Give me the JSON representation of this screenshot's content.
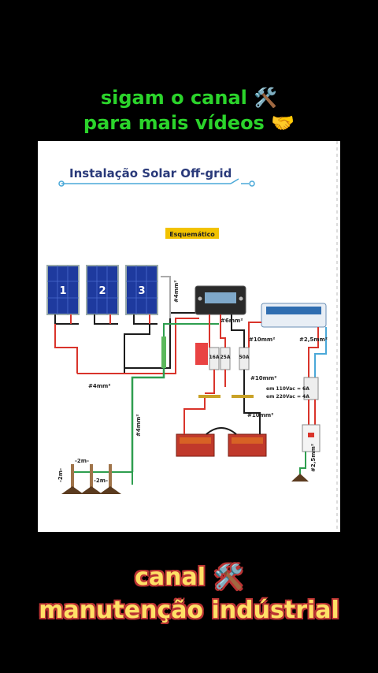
{
  "top_caption": {
    "line1": "sigam o canal 🛠️",
    "line2": "para mais vídeos 🤝"
  },
  "bottom_caption": {
    "line1": "canal 🛠️",
    "line2": "manutenção indústrial"
  },
  "diagram": {
    "title": "Instalação Solar Off-grid",
    "badge": "Esquemático",
    "panels": [
      "1",
      "2",
      "3"
    ],
    "wire_labels": {
      "panel_out": "#4mm²",
      "series": "#4mm²",
      "ground_main": "#4mm²",
      "controller": "#6mm²",
      "battery_bus": "#10mm²",
      "inverter_in": "#10mm²",
      "battery": "#10mm²",
      "ac_out": "#2,5mm²",
      "ground_ac": "#2,5mm²"
    },
    "fuses": [
      "16A",
      "25A",
      "50A"
    ],
    "breaker_note": [
      "em 110Vac = 6A",
      "em 220Vac = 4A"
    ],
    "ground_spacing": [
      "-2m-",
      "-2m-",
      "-2m-"
    ],
    "colors": {
      "red": "#d9342b",
      "blue": "#4aa8d8",
      "green": "#2e9e4f",
      "black": "#1b1b1b",
      "accent": "#f2c200"
    }
  }
}
